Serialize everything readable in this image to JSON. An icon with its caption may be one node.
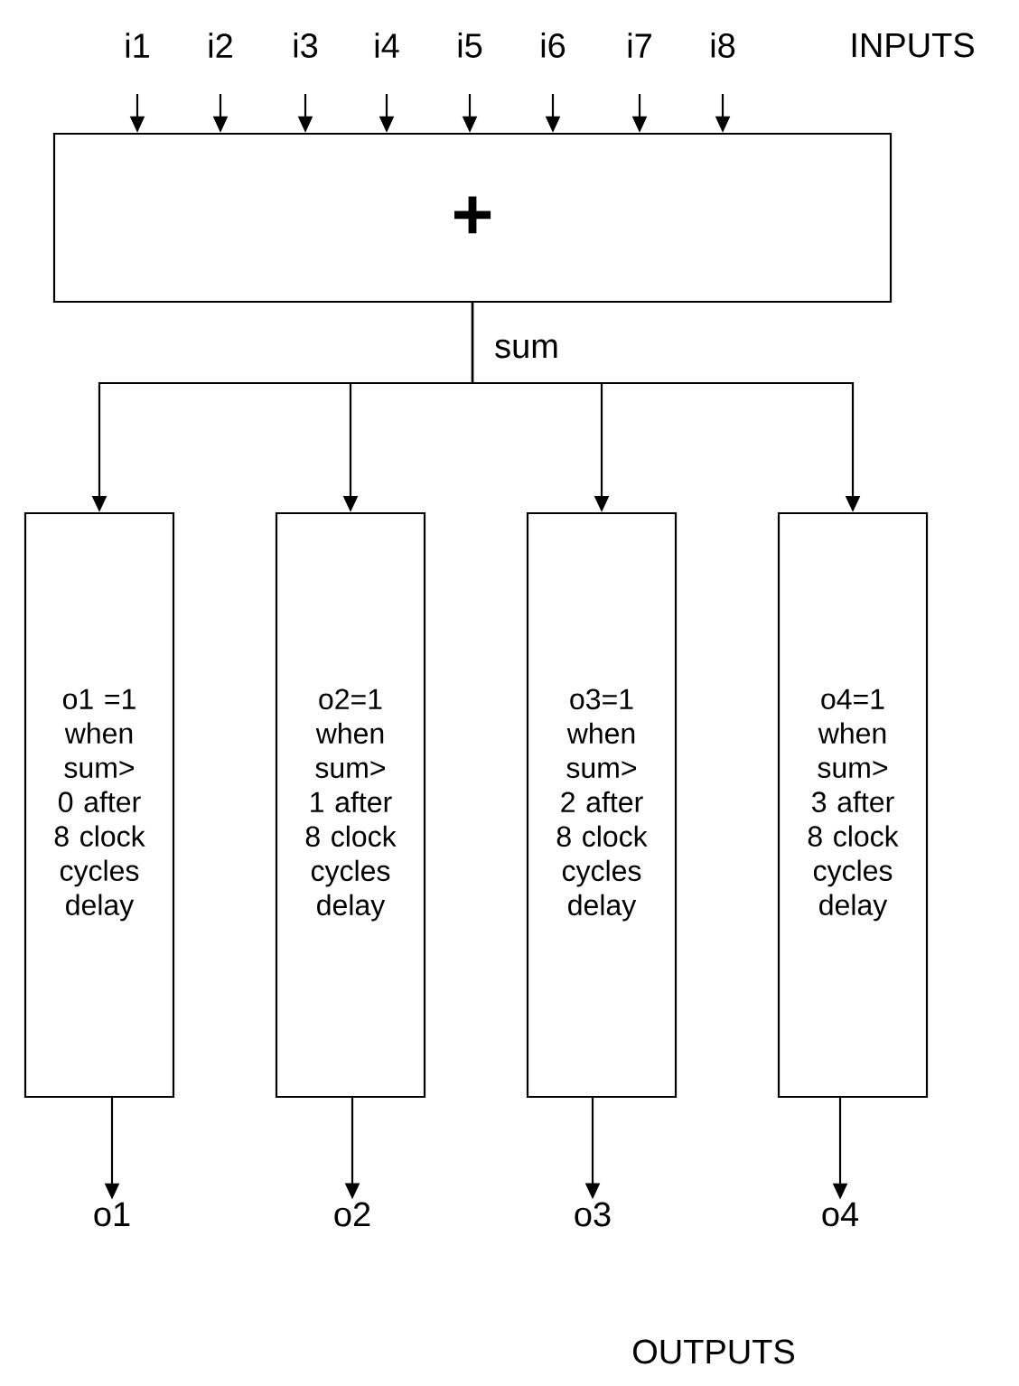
{
  "diagram": {
    "nodes": [
      {
        "text": [
          "+"
        ]
      },
      {
        "text": [
          "i1"
        ]
      },
      {
        "text": [
          "i2"
        ]
      },
      {
        "text": [
          "i3"
        ]
      },
      {
        "text": [
          "i4"
        ]
      },
      {
        "text": [
          "i5"
        ]
      },
      {
        "text": [
          "i6"
        ]
      },
      {
        "text": [
          "i7"
        ]
      },
      {
        "text": [
          "i8"
        ]
      },
      {
        "text": [
          "o1 =1 when sum> 0 after 8 clock cycles delay"
        ]
      },
      {
        "text": [
          "o2=1 when sum> 1 after 8 clock cycles delay"
        ]
      },
      {
        "text": [
          "o3=1 when sum> 2 after 8 clock cycles delay"
        ]
      },
      {
        "text": [
          "o4=1 when sum> 3 after 8 clock cycles delay"
        ]
      },
      {
        "text": [
          "o1"
        ]
      },
      {
        "text": [
          "o2"
        ]
      },
      {
        "text": [
          "o3"
        ]
      },
      {
        "text": [
          "o4"
        ]
      }
    ],
    "edges": [
      {
        "from": 1,
        "to": 0,
        "arrow": "to"
      },
      {
        "from": 2,
        "to": 0,
        "arrow": "to"
      },
      {
        "from": 3,
        "to": 0,
        "arrow": "to"
      },
      {
        "from": 4,
        "to": 0,
        "arrow": "to"
      },
      {
        "from": 5,
        "to": 0,
        "arrow": "to"
      },
      {
        "from": 6,
        "to": 0,
        "arrow": "to"
      },
      {
        "from": 7,
        "to": 0,
        "arrow": "to"
      },
      {
        "from": 8,
        "to": 0,
        "arrow": "to"
      },
      {
        "from": 0,
        "to": 9,
        "arrow": "to"
      },
      {
        "from": 0,
        "to": 10,
        "arrow": "to"
      },
      {
        "from": 0,
        "to": 11,
        "arrow": "to"
      },
      {
        "from": 0,
        "to": 12,
        "arrow": "to"
      },
      {
        "from": 9,
        "to": 13,
        "arrow": "to"
      },
      {
        "from": 10,
        "to": 14,
        "arrow": "to"
      },
      {
        "from": 11,
        "to": 15,
        "arrow": "to"
      },
      {
        "from": 12,
        "to": 16,
        "arrow": "to"
      }
    ],
    "labels": [
      "INPUTS",
      "sum",
      "OUTPUTS"
    ]
  }
}
